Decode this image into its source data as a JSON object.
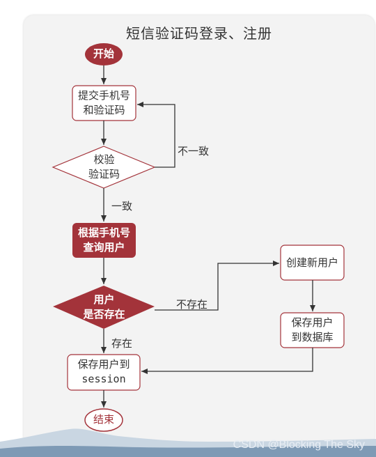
{
  "title": "短信验证码登录、注册",
  "nodes": {
    "start": "开始",
    "submit_line1": "提交手机号",
    "submit_line2": "和验证码",
    "verify_line1": "校验",
    "verify_line2": "验证码",
    "query_line1": "根据手机号",
    "query_line2": "查询用户",
    "exists_line1": "用户",
    "exists_line2": "是否存在",
    "save_session_line1": "保存用户到",
    "save_session_line2": "session",
    "create_user": "创建新用户",
    "save_db_line1": "保存用户",
    "save_db_line2": "到数据库",
    "end": "结束"
  },
  "edges": {
    "mismatch": "不一致",
    "match": "一致",
    "not_exists": "不存在",
    "exists": "存在"
  },
  "watermark": "CSDN @Blocking The Sky",
  "colors": {
    "accent": "#a3333a",
    "border": "#a3333a",
    "line": "#333333",
    "card": "#f3f3f3"
  }
}
